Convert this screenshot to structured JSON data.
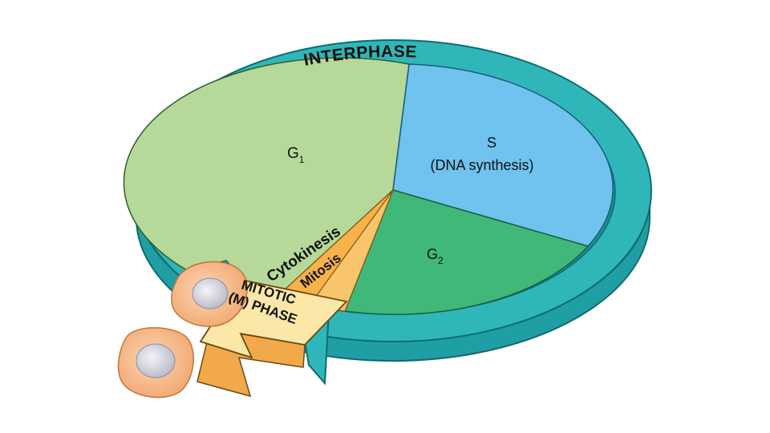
{
  "diagram": {
    "ring_label": "INTERPHASE",
    "phases": {
      "g1": {
        "letter": "G",
        "subscript": "1"
      },
      "s": {
        "title": "S",
        "subtitle": "(DNA synthesis)"
      },
      "g2": {
        "letter": "G",
        "subscript": "2"
      },
      "cytokinesis": "Cytokinesis",
      "mitosis": "Mitosis"
    },
    "mitotic_phase": {
      "line1": "MITOTIC",
      "line2": "(M) PHASE"
    }
  },
  "colors": {
    "ring_top": "#2fb6b8",
    "ring_side": "#1f9fa3",
    "ring_outline": "#0d6b70",
    "g1": "#b6d99a",
    "s": "#6fc3ee",
    "g2": "#3fb87a",
    "m_phase": "#f7b24a",
    "arrow_light": "#fbe7a8",
    "cell_fill": "#f6b98d",
    "nucleus": "#cfd0dc"
  }
}
